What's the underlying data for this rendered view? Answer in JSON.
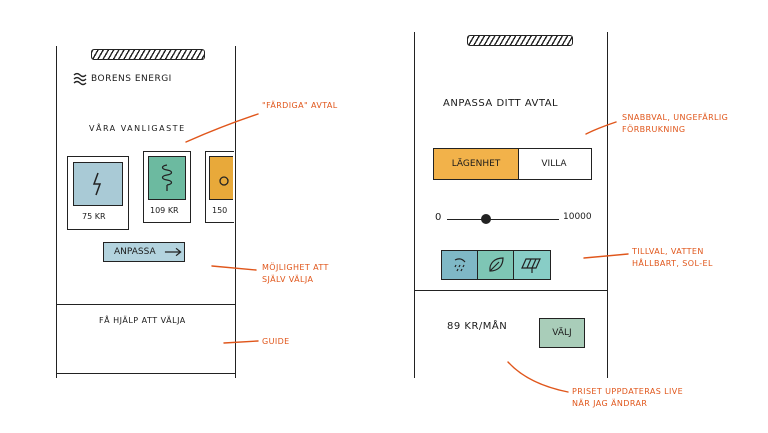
{
  "left": {
    "brand": "Borens Energi",
    "section_title": "Våra vanligaste",
    "cards": [
      {
        "price": "75 kr",
        "icon": "lightning-icon",
        "color": "#8ab7c9"
      },
      {
        "price": "109 kr",
        "icon": "spiral-icon",
        "color": "#4fa98e"
      },
      {
        "price": "150",
        "icon": "plug-icon",
        "color": "#e8a93a"
      }
    ],
    "customize_label": "Anpassa",
    "help_label": "Få hjälp att välja"
  },
  "right": {
    "heading": "Anpassa ditt avtal",
    "segments": [
      {
        "label": "Lägenhet",
        "selected": true,
        "color": "#f2b24a"
      },
      {
        "label": "Villa",
        "selected": false
      }
    ],
    "slider": {
      "min": "0",
      "max": "10000"
    },
    "addons": [
      {
        "icon": "shower-icon",
        "color": "#5fa7b8"
      },
      {
        "icon": "leaf-icon",
        "color": "#5fb7a2"
      },
      {
        "icon": "solar-panel-icon",
        "color": "#5fb7b3"
      }
    ],
    "price": "89 kr/mån",
    "choose_label": "Välj"
  },
  "annotations": {
    "favorite": "\"Färdiga\" avtal",
    "self_choose_line1": "Möjlighet att",
    "self_choose_line2": "själv välja",
    "guide": "Guide",
    "quick_choice_line1": "Snabbval, ungefärlig",
    "quick_choice_line2": "förbrukning",
    "addons_line1": "Tillval, vatten",
    "addons_line2": "hållbart, sol-el",
    "live_price_line1": "Priset uppdateras live",
    "live_price_line2": "när jag ändrar"
  },
  "colors": {
    "accent": "#e0561b",
    "ink": "#1b1b1b",
    "selected_segment": "#f2b24a",
    "customize_button": "#9ec7d6",
    "choose_button": "#8fbca6"
  }
}
